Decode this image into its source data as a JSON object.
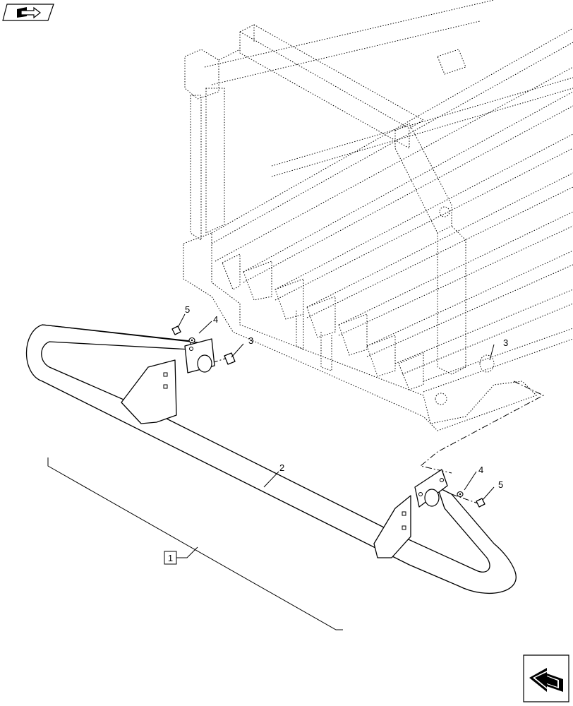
{
  "nav_icons": {
    "top_left": "book-arrow-icon",
    "bottom_right": "next-page-arrow-icon"
  },
  "callouts": {
    "item1": "1",
    "item2": "2",
    "item3_left": "3",
    "item3_right": "3",
    "item4_left": "4",
    "item4_right": "4",
    "item5_left": "5",
    "item5_right": "5"
  }
}
